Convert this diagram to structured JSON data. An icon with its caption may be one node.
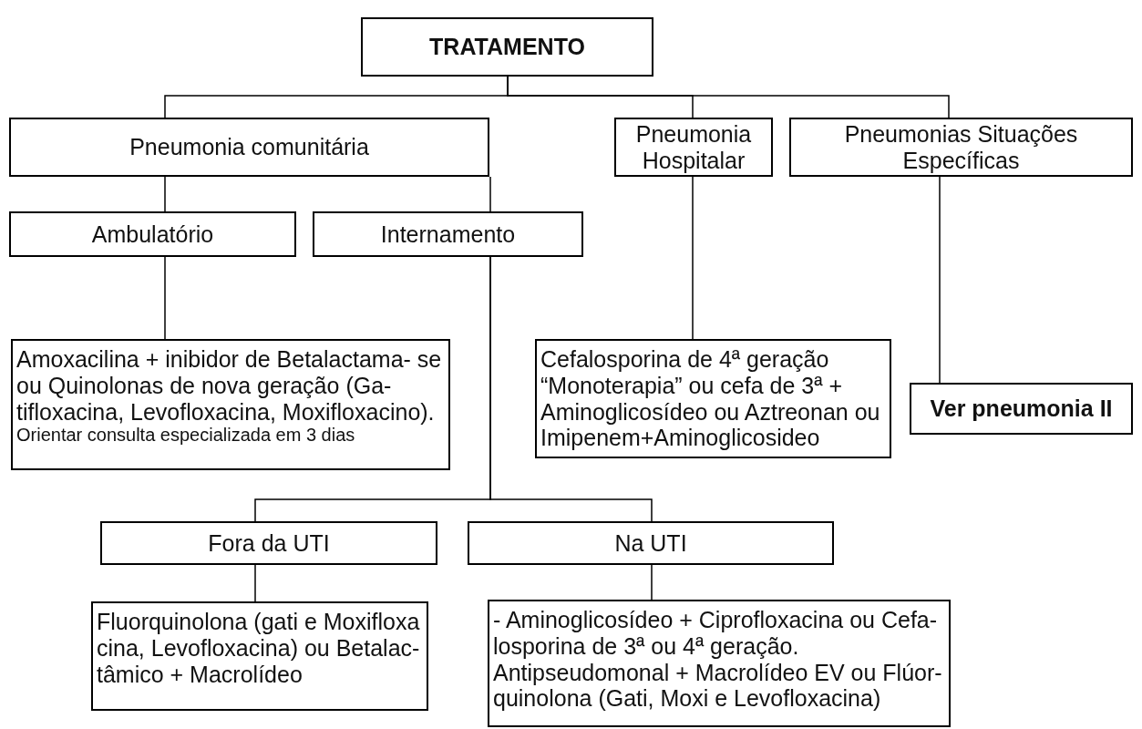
{
  "diagram": {
    "nodes": [
      {
        "text": [
          "TRATAMENTO"
        ]
      },
      {
        "text": [
          "Pneumonia comunitária"
        ]
      },
      {
        "text": [
          "Pneumonia Hospitalar"
        ]
      },
      {
        "text": [
          "Pneumonias Situações Específicas"
        ]
      },
      {
        "text": [
          "Ambulatório"
        ]
      },
      {
        "text": [
          "Internamento"
        ]
      },
      {
        "text": [
          "Amoxacilina + inibidor de Betalactama- se ou Quinolonas de nova geração (Ga- tifloxacina, Levofloxacina, Moxifloxacino).",
          "Orientar consulta especializada em 3 dias"
        ]
      },
      {
        "text": [
          "Cefalosporina de 4ª geração “Monoterapia” ou cefa de 3ª + Aminoglicosídeo ou Aztreonan ou Imipenem+Aminoglicosideo"
        ]
      },
      {
        "text": [
          "Ver pneumonia II"
        ]
      },
      {
        "text": [
          "Fora da UTI"
        ]
      },
      {
        "text": [
          "Na UTI"
        ]
      },
      {
        "text": [
          "Fluorquinolona (gati e Moxifloxa cina, Levofloxacina) ou Betalac- tâmico + Macrolídeo"
        ]
      },
      {
        "text": [
          "- Aminoglicosídeo + Ciprofloxacina ou Cefa- losporina de 3ª ou 4ª geração.",
          "Antipseudomonal + Macrolídeo EV ou Flúor- quinolona (Gati, Moxi e Levofloxacina)"
        ]
      }
    ],
    "edges": [
      {
        "from": 0,
        "to": 1,
        "arrow": "none"
      },
      {
        "from": 0,
        "to": 2,
        "arrow": "none"
      },
      {
        "from": 0,
        "to": 3,
        "arrow": "none"
      },
      {
        "from": 1,
        "to": 4,
        "arrow": "none"
      },
      {
        "from": 1,
        "to": 5,
        "arrow": "none"
      },
      {
        "from": 4,
        "to": 6,
        "arrow": "none"
      },
      {
        "from": 2,
        "to": 7,
        "arrow": "none"
      },
      {
        "from": 3,
        "to": 8,
        "arrow": "none"
      },
      {
        "from": 5,
        "to": 9,
        "arrow": "none"
      },
      {
        "from": 5,
        "to": 10,
        "arrow": "none"
      },
      {
        "from": 9,
        "to": 11,
        "arrow": "none"
      },
      {
        "from": 10,
        "to": 12,
        "arrow": "none"
      }
    ]
  }
}
